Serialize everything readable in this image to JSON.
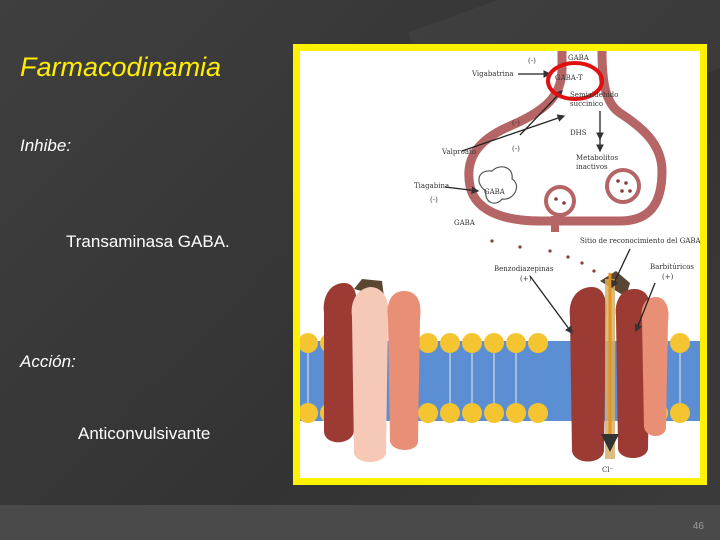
{
  "slide": {
    "title": "Farmacodinamia",
    "inhibe_label": "Inhibe:",
    "inhibe_value": "Transaminasa  GABA.",
    "accion_label": "Acción:",
    "accion_value": "Anticonvulsivante",
    "page_number": "46"
  },
  "figure": {
    "labels": {
      "gaba_top": "GABA",
      "vigabatrin": "Vigabatrina",
      "inhib1": "(-)",
      "gaba_t": "GABA-T",
      "semialdehido": "Semialdehido",
      "succinico": "succinico",
      "inhib2": "(-)",
      "dhs": "DHS",
      "valproato": "Valproato",
      "inhib3": "(-)",
      "metabolitos": "Metabolitos",
      "inactivos": "inactivos",
      "tiagabina": "Tiagabina",
      "inhib4": "(-)",
      "gaba_transporter": "GABA",
      "gaba_left": "GABA",
      "sitio": "Sitio de reconocimiento del GABA",
      "benzodiacepinas": "Benzodiazepinas",
      "plus1": "(+)",
      "barbituricos": "Barbitúricos",
      "plus2": "(+)",
      "cl": "Cl⁻"
    },
    "colors": {
      "border": "#fff200",
      "neuron": "#b56565",
      "membrane": "#5b8ed3",
      "lipid_head": "#f5c531",
      "highlight_circle": "#e01010"
    }
  }
}
